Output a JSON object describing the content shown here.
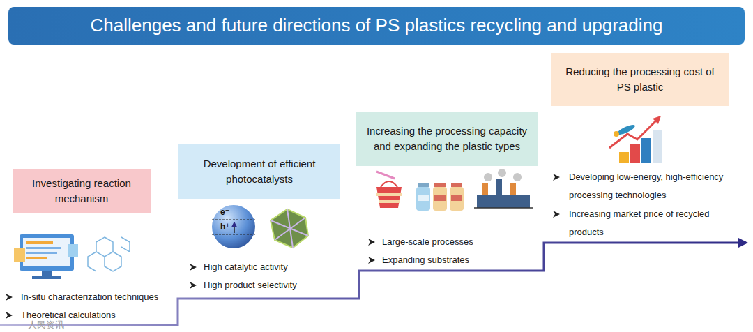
{
  "diagram": {
    "title": "Challenges and future directions of PS plastics recycling and upgrading",
    "nodes": [
      {
        "text": [
          "Investigating reaction mechanism"
        ]
      },
      {
        "text": [
          "Development of efficient photocatalysts"
        ]
      },
      {
        "text": [
          "Increasing the processing capacity and expanding the plastic types"
        ]
      },
      {
        "text": [
          "Reducing the processing cost of PS plastic"
        ]
      }
    ],
    "labels": [
      "In-situ characterization techniques",
      "Theoretical calculations",
      "High catalytic activity",
      "High product selectivity",
      "Large-scale processes",
      "Expanding substrates",
      "Developing low-energy, high-efficiency processing technologies",
      "Increasing market price of recycled products",
      "e⁻",
      "h⁺",
      "人民资讯"
    ]
  }
}
